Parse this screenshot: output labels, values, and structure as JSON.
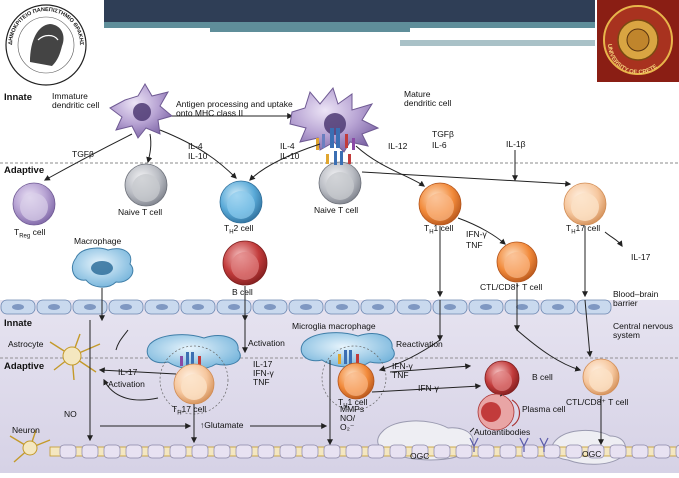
{
  "header": {
    "left_seal_text": "ΔΗΜΟΚΡΙΤΕΙΟ ΠΑΝΕΠΙΣΤΗΜΙΟ ΘΡΑΚΗΣ",
    "right_seal_text": "UNIVERSITY OF CRETE"
  },
  "zones": {
    "innate_top": "Innate",
    "adaptive_top": "Adaptive",
    "innate_bottom": "Innate",
    "adaptive_bottom": "Adaptive"
  },
  "cells": {
    "immature_dc": "Immature dendritic cell",
    "mature_dc": "Mature dendritic cell",
    "naive_t_left": "Naive T cell",
    "naive_t_right": "Naive T cell",
    "treg_main": "T",
    "treg_sub": "Reg",
    "treg_tail": " cell",
    "th2_main": "T",
    "th2_sub": "H",
    "th2_tail": "2 cell",
    "th1_main": "T",
    "th1_sub": "H",
    "th1_tail": "1 cell",
    "th17_main": "T",
    "th17_sub": "H",
    "th17_tail": "17 cell",
    "macrophage": "Macrophage",
    "b_cell_top": "B cell",
    "ctl_top": "CTL/CD8⁺ T cell",
    "astrocyte": "Astrocyte",
    "microglia": "Microglia macrophage",
    "th17_bottom": "T",
    "th17_bottom_sub": "H",
    "th17_bottom_tail": "17 cell",
    "th1_bottom": "T",
    "th1_bottom_sub": "H",
    "th1_bottom_tail": "1 cell",
    "b_cell_bottom": "B cell",
    "plasma_cell": "Plasma cell",
    "ctl_bottom": "CTL/CD8⁺ T cell",
    "neuron": "Neuron",
    "ogc_left": "OGC",
    "ogc_right": "OGC"
  },
  "labels": {
    "antigen_processing": "Antigen processing and uptake onto MHC class II",
    "tgfb_left": "TGFβ",
    "il4_left": "IL-4",
    "il10_left": "IL-10",
    "il4_right": "IL-4",
    "il10_right": "IL-10",
    "il12": "IL-12",
    "tgfb_right": "TGFβ",
    "il6": "IL-6",
    "il1b": "IL-1β",
    "ifng": "IFN-γ",
    "tnf": "TNF",
    "il17_right": "IL-17",
    "bbb": "Blood–brain barrier",
    "cns": "Central nervous system",
    "activation_top": "Activation",
    "activation_left": "Activation",
    "reactivation": "Reactivation",
    "il17_bottom": "IL-17",
    "il17_list": "IL-17",
    "ifng_list": "IFN-γ",
    "tnf_list": "TNF",
    "ifng_th1": "IFN-γ",
    "tnf_th1": "TNF",
    "ifng_b": "IFN-γ",
    "no": "NO",
    "tglutamate": "↑Glutamate",
    "mmps": "MMPs",
    "no2": "NO/",
    "o2": "O₂⁻",
    "autoantibodies": "Autoantibodies"
  },
  "colors": {
    "header_navy": "#2f3e56",
    "header_teal": "#5f8e9a",
    "header_light": "#a9c1c7",
    "cell_purple": "#b7a3d3",
    "cell_grey": "#b9bcc3",
    "cell_blue": "#5aaad8",
    "cell_orange": "#f28a3a",
    "cell_red": "#c23b3b",
    "cell_light_orange": "#f6c79e",
    "macrophage_blue": "#6aaed8",
    "cns_bg": "#dcd8ea"
  }
}
